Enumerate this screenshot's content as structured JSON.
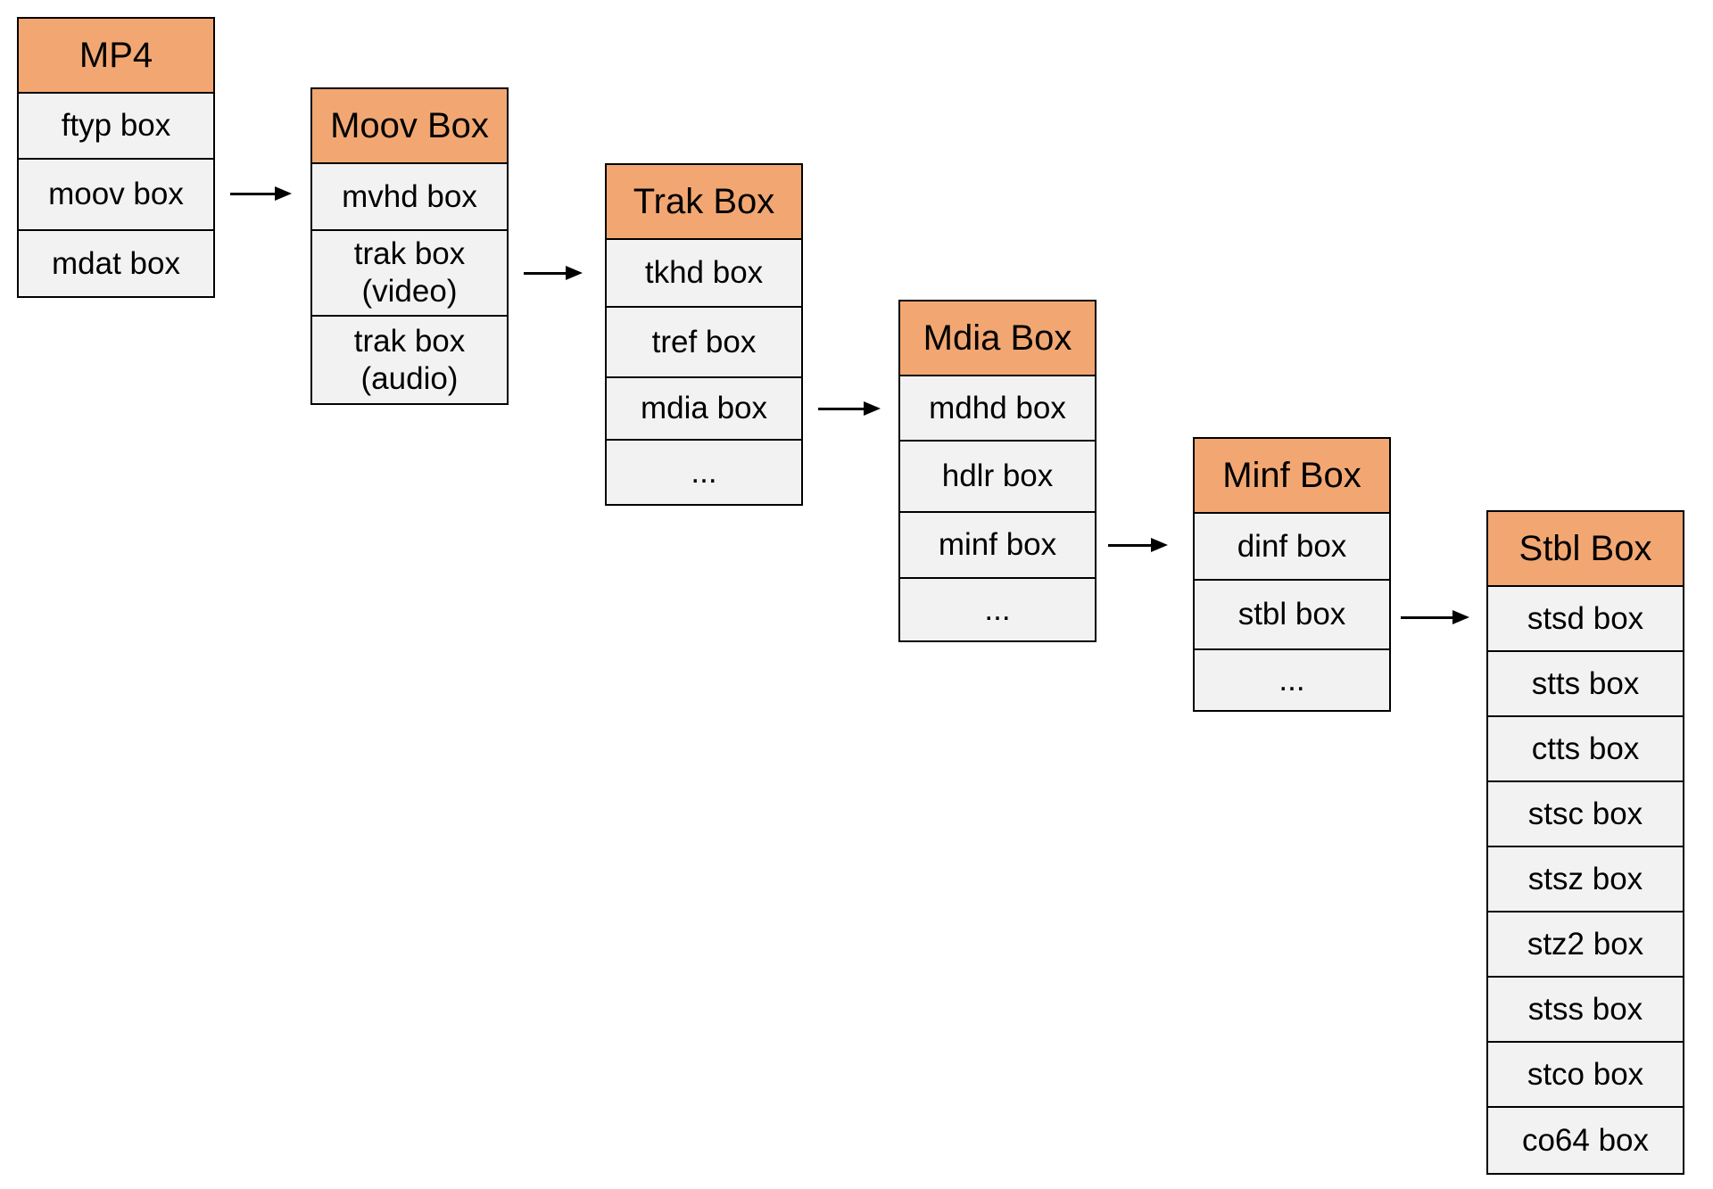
{
  "diagram": {
    "boxes": [
      {
        "header": "MP4",
        "rows": [
          "ftyp box",
          "moov box",
          "mdat box"
        ]
      },
      {
        "header": "Moov Box",
        "rows": [
          "mvhd box",
          "trak box\n(video)",
          "trak box\n(audio)"
        ]
      },
      {
        "header": "Trak Box",
        "rows": [
          "tkhd box",
          "tref box",
          "mdia box",
          "..."
        ]
      },
      {
        "header": "Mdia Box",
        "rows": [
          "mdhd box",
          "hdlr box",
          "minf box",
          "..."
        ]
      },
      {
        "header": "Minf Box",
        "rows": [
          "dinf box",
          "stbl box",
          "..."
        ]
      },
      {
        "header": "Stbl Box",
        "rows": [
          "stsd box",
          "stts box",
          "ctts box",
          "stsc box",
          "stsz box",
          "stz2 box",
          "stss box",
          "stco box",
          "co64 box"
        ]
      }
    ],
    "arrows": [
      {
        "from": "moov box",
        "to": "Moov Box"
      },
      {
        "from": "trak box (video)",
        "to": "Trak Box"
      },
      {
        "from": "mdia box",
        "to": "Mdia Box"
      },
      {
        "from": "minf box",
        "to": "Minf Box"
      },
      {
        "from": "stbl box",
        "to": "Stbl Box"
      }
    ],
    "colors": {
      "header_fill": "#F2A772",
      "cell_fill": "#F2F2F2",
      "border": "#000000",
      "background": "#FFFFFF"
    }
  }
}
